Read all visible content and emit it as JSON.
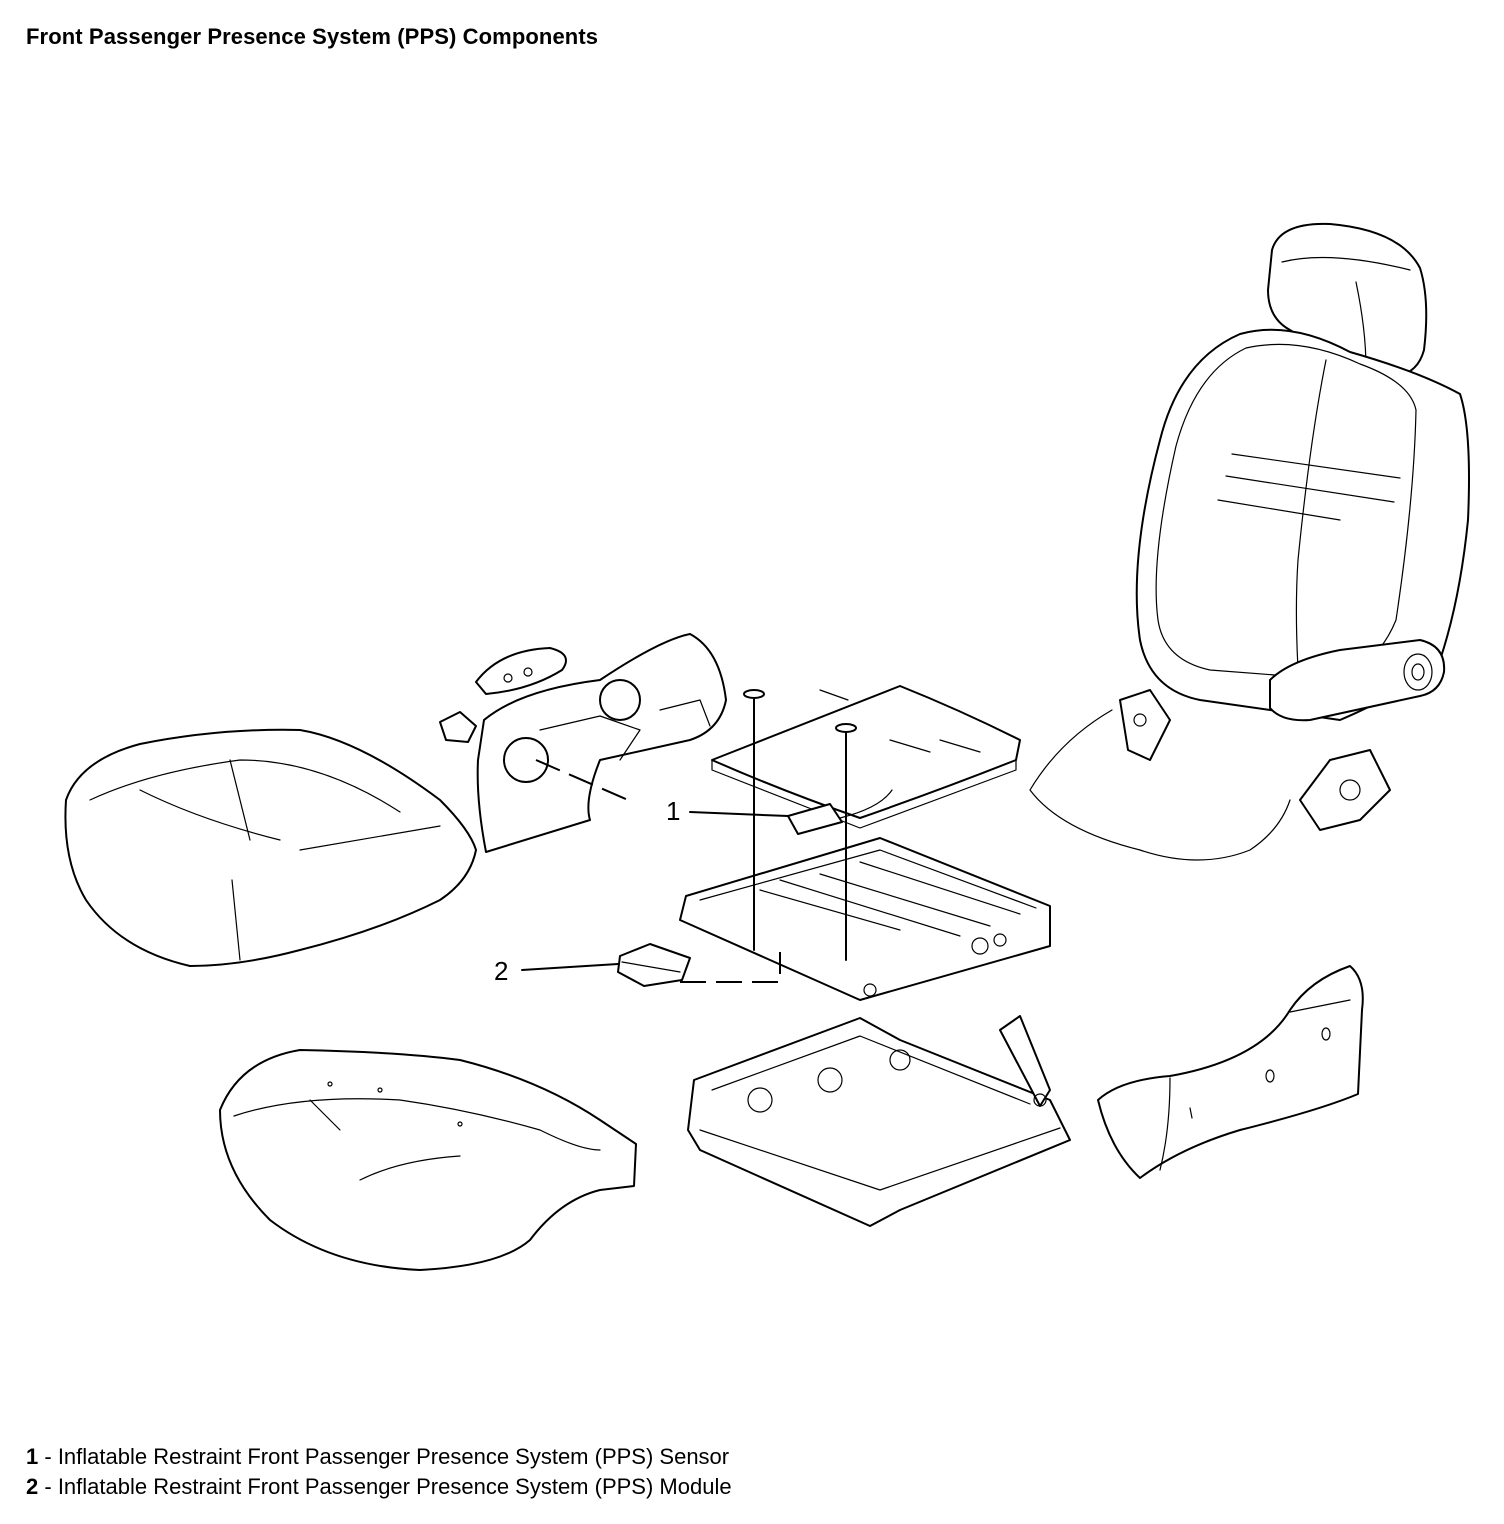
{
  "title": "Front Passenger Presence System (PPS) Components",
  "callouts": [
    {
      "num": "1",
      "label": "Inflatable Restraint Front Passenger Presence System (PPS) Sensor"
    },
    {
      "num": "2",
      "label": "Inflatable Restraint Front Passenger Presence System (PPS) Module"
    }
  ],
  "legend_separator": " - ",
  "colors": {
    "line": "#000000",
    "background": "#ffffff"
  }
}
